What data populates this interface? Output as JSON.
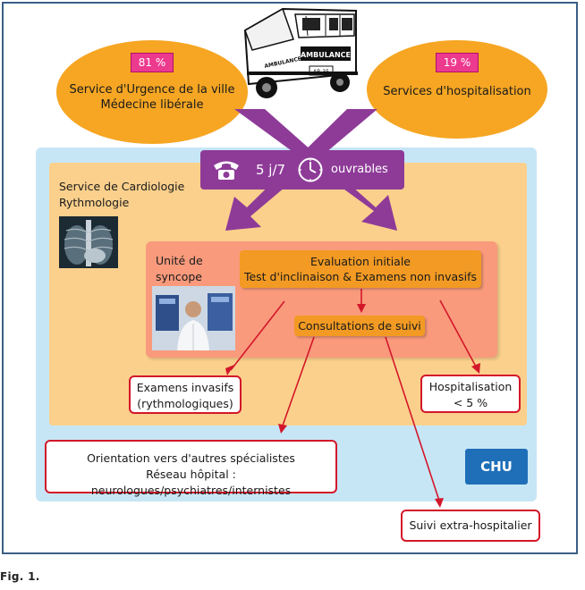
{
  "sources": {
    "left": {
      "percent": "81 %",
      "line1": "Service d'Urgence de la ville",
      "line2": "Médecine libérale"
    },
    "right": {
      "percent": "19 %",
      "line1": "Services d'hospitalisation"
    }
  },
  "ambulance": {
    "label": "AMBULANCE",
    "label_small": "AMBULANCE",
    "plate": "AB-35"
  },
  "access": {
    "days": "5 j/7",
    "hours": "ouvrables",
    "phone_icon": "telephone-icon",
    "clock_icon": "clock-icon"
  },
  "cardiology": {
    "line1": "Service de Cardiologie",
    "line2": "Rythmologie"
  },
  "syncope_unit": {
    "line1": "Unité de",
    "line2": "syncope"
  },
  "evaluation": {
    "line1": "Evaluation initiale",
    "line2": "Test d'inclinaison & Examens non invasifs"
  },
  "followup": "Consultations de suivi",
  "outcomes": {
    "invasive": {
      "line1": "Examens invasifs",
      "line2": "(rythmologiques)"
    },
    "hospitalisation": {
      "line1": "Hospitalisation",
      "line2": "< 5 %"
    },
    "orientation": {
      "line1": "Orientation vers d'autres spécialistes",
      "line2": "Réseau hôpital : neurologues/psychiatres/internistes"
    },
    "external": "Suivi extra-hospitalier"
  },
  "chu": "CHU",
  "caption": "Fig. 1.",
  "colors": {
    "ellipse": "#f6a623",
    "percent": "#ec3a8f",
    "purple": "#8e3b98",
    "chu_bg": "#c6e6f6",
    "cardio_bg": "#fbd08c",
    "syncope_bg": "#f99a7c",
    "red": "#d3172a",
    "chu_badge": "#1f6fb8"
  }
}
